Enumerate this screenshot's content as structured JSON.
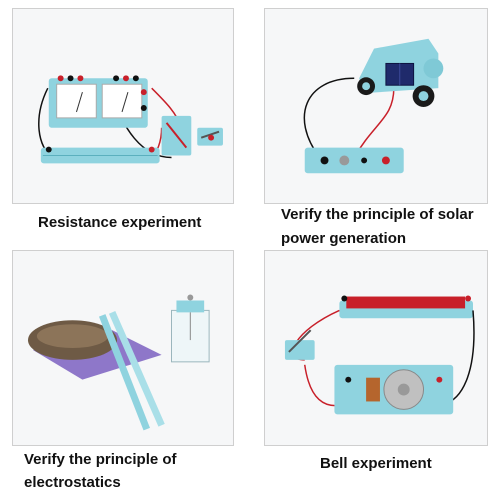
{
  "captions": {
    "resistance": "Resistance experiment",
    "solar_line1": "Verify the principle of solar",
    "solar_line2": "power generation",
    "electrostatics_line1": "Verify the principle of",
    "electrostatics_line2": "electrostatics",
    "bell": "Bell experiment"
  },
  "colors": {
    "kit_blue": "#8fd3df",
    "wire_red": "#c8202a",
    "wire_black": "#111111",
    "fur_brown": "#6e5a45",
    "cloth_purple": "#8e77c9"
  }
}
